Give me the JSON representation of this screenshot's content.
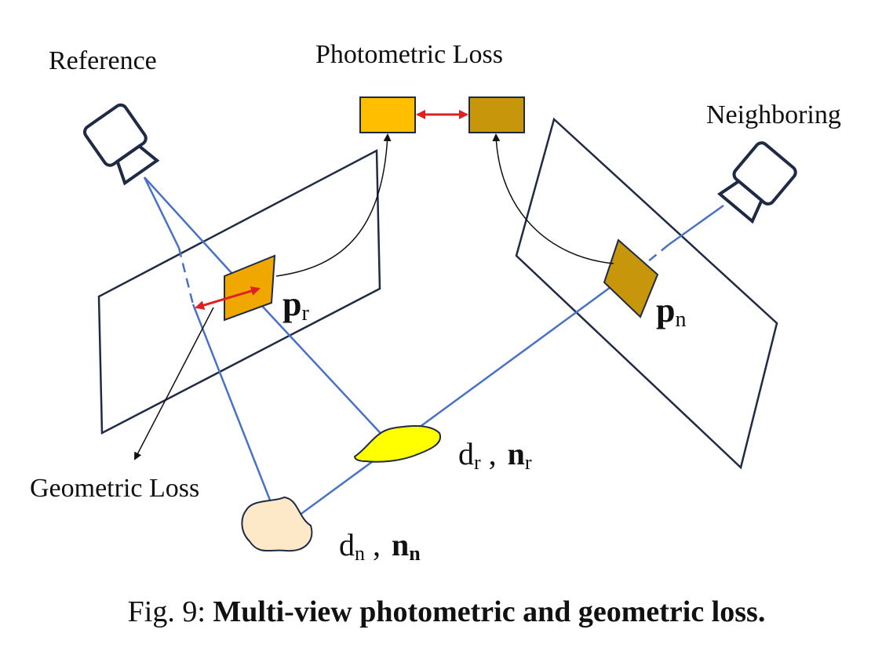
{
  "labels": {
    "reference": "Reference",
    "neighboring": "Neighboring",
    "photometric_loss": "Photometric Loss",
    "geometric_loss": "Geometric Loss",
    "p_main": "p",
    "r_sub": "r",
    "n_sub": "n",
    "d_main": "d",
    "n_main": "n",
    "comma": ","
  },
  "caption": {
    "prefix": "Fig. 9:",
    "title": "Multi-view photometric and geometric loss."
  },
  "colors": {
    "plane_stroke": "#1f2a44",
    "ray": "#4a72c4",
    "red_arrow": "#e02020",
    "patch_ref": "#f0a800",
    "patch_ref_light": "#ffbf00",
    "patch_nbr": "#c8960a",
    "surface_r": "#ffff00",
    "surface_n": "#fde9c8"
  },
  "icons": [
    "camera-icon-reference",
    "camera-icon-neighboring"
  ]
}
